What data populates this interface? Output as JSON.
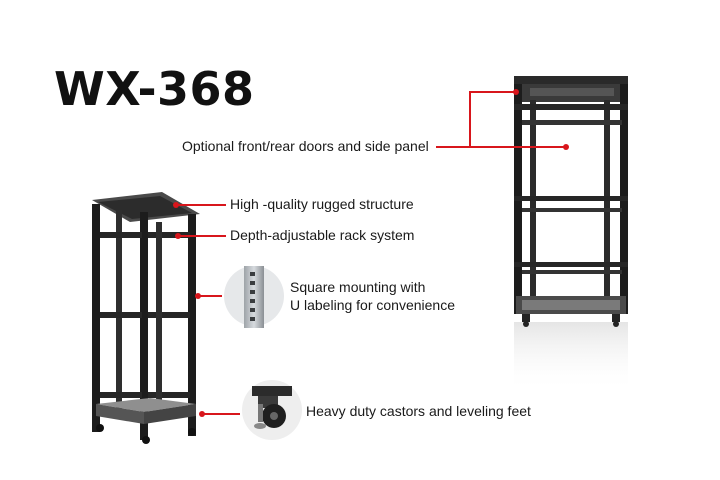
{
  "model": "WX-368",
  "callouts": {
    "doors": "Optional front/rear doors and side panel",
    "structure": "High -quality rugged structure",
    "rack_system": "Depth-adjustable rack system",
    "mounting_line1": "Square mounting with",
    "mounting_line2": "U labeling for convenience",
    "castors": "Heavy duty castors and leveling feet"
  },
  "colors": {
    "callout_line": "#d8161c",
    "frame": "#1c1c1c",
    "title": "#111111"
  },
  "icons": [
    "rack-frame-front",
    "rack-frame-main",
    "mounting-rail-closeup",
    "castor-closeup"
  ]
}
